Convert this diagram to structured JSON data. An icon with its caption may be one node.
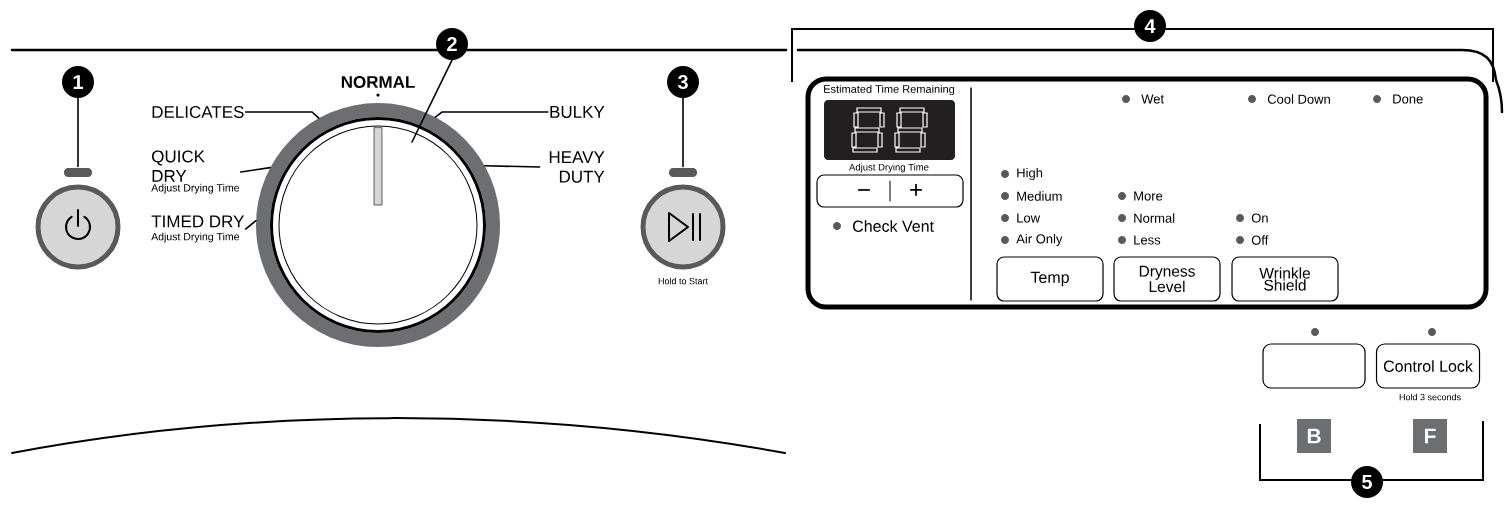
{
  "diagram": {
    "nodes": [
      {
        "text": [
          "1"
        ]
      },
      {
        "text": [],
        "shape": "circle"
      },
      {
        "text": [
          "2"
        ]
      },
      {
        "text": [],
        "shape": "circle"
      },
      {
        "text": [
          "3"
        ]
      },
      {
        "text": [],
        "shape": "circle",
        "beside": [
          "Hold to Start"
        ]
      },
      {
        "text": [
          "DELICATES"
        ]
      },
      {
        "text": [
          "QUICK DRY",
          "Adjust Drying Time"
        ]
      },
      {
        "text": [
          "TIMED DRY",
          "Adjust Drying Time"
        ]
      },
      {
        "text": [
          "BULKY"
        ]
      },
      {
        "text": [
          "HEAVY DUTY"
        ]
      },
      {
        "text": [
          "4"
        ]
      },
      {
        "text": [],
        "shape": "box"
      },
      {
        "text": [
          "−",
          "+"
        ],
        "in": 12
      },
      {
        "text": [
          "Temp"
        ],
        "in": 12
      },
      {
        "text": [
          "Dryness Level"
        ],
        "in": 12
      },
      {
        "text": [
          "Wrinkle Shield"
        ],
        "in": 12
      },
      {
        "text": [
          "5"
        ]
      },
      {
        "text": [],
        "shape": "box"
      },
      {
        "text": [
          "Control Lock"
        ],
        "beside": [
          "Hold 3 seconds"
        ]
      },
      {
        "text": [
          "B"
        ]
      },
      {
        "text": [
          "F"
        ]
      }
    ],
    "edges": [
      {
        "from": 0,
        "to": 1,
        "arrow": "none"
      },
      {
        "from": 2,
        "to": 3,
        "arrow": "none"
      },
      {
        "from": 4,
        "to": 5,
        "arrow": "none"
      },
      {
        "from": 6,
        "to": 3,
        "arrow": "none"
      },
      {
        "from": 7,
        "to": 3,
        "arrow": "none"
      },
      {
        "from": 8,
        "to": 3,
        "arrow": "none"
      },
      {
        "from": 9,
        "to": 3,
        "arrow": "none"
      },
      {
        "from": 10,
        "to": 3,
        "arrow": "none"
      }
    ],
    "labels": [
      "NORMAL",
      "Estimated Time Remaining",
      "Adjust Drying Time",
      "Check Vent",
      "Wet",
      "Cool Down",
      "Done",
      "High",
      "Medium",
      "More",
      "Low",
      "Normal",
      "On",
      "Air Only",
      "Less",
      "Off"
    ]
  }
}
